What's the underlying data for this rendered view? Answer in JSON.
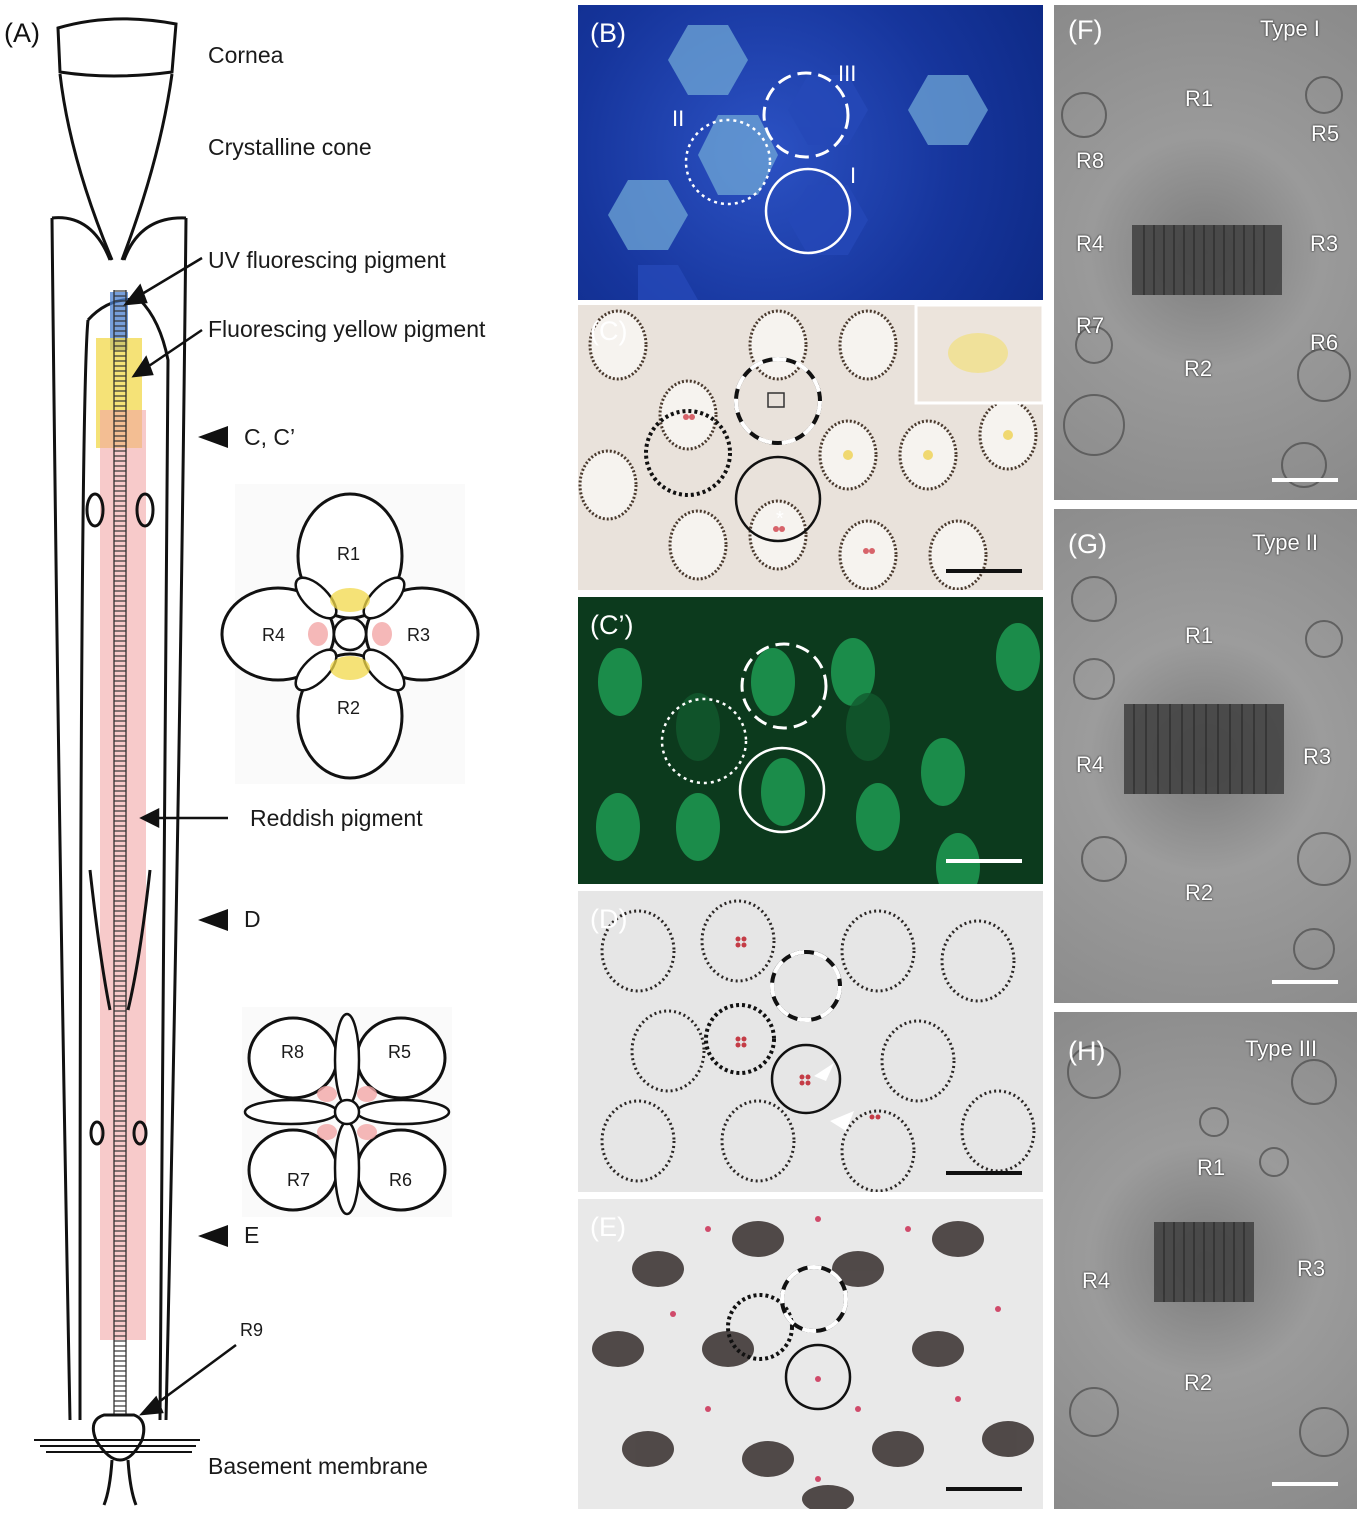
{
  "panel_a": {
    "label": "(A)",
    "structures": {
      "cornea": "Cornea",
      "crystalline_cone": "Crystalline cone",
      "uv_pigment": "UV fluorescing pigment",
      "yellow_pigment": "Fluorescing yellow pigment",
      "reddish_pigment": "Reddish pigment",
      "r9": "R9",
      "basement_membrane": "Basement  membrane"
    },
    "section_markers": [
      "C, C’",
      "D",
      "E"
    ],
    "upper_cross_section": {
      "cells": [
        "R1",
        "R4",
        "R3",
        "R2"
      ]
    },
    "lower_cross_section": {
      "cells": [
        "R8",
        "R5",
        "R7",
        "R6"
      ]
    }
  },
  "panel_b": {
    "label": "(B)",
    "ommatidia_types": [
      "II",
      "III",
      "I"
    ]
  },
  "panel_c": {
    "label": "(C)"
  },
  "panel_c_prime": {
    "label": "(C’)"
  },
  "panel_d": {
    "label": "(D)"
  },
  "panel_e": {
    "label": "(E)"
  },
  "panel_f": {
    "label": "(F)",
    "type": "Type I",
    "cells": [
      "R1",
      "R5",
      "R8",
      "R4",
      "R3",
      "R7",
      "R6",
      "R2"
    ]
  },
  "panel_g": {
    "label": "(G)",
    "type": "Type II",
    "cells": [
      "R1",
      "R4",
      "R3",
      "R2"
    ]
  },
  "panel_h": {
    "label": "(H)",
    "type": "Type III",
    "cells": [
      "R1",
      "R4",
      "R3",
      "R2"
    ]
  },
  "colors": {
    "uv_blue": "#4a7fd0",
    "yellow_pigment": "#f2d84a",
    "reddish_pigment": "#f2a6a6",
    "fluorescence_blue_bg": "#1f3fa8",
    "fluorescence_green_bg": "#0d3a1e",
    "em_gray": "#8a8a8a"
  }
}
